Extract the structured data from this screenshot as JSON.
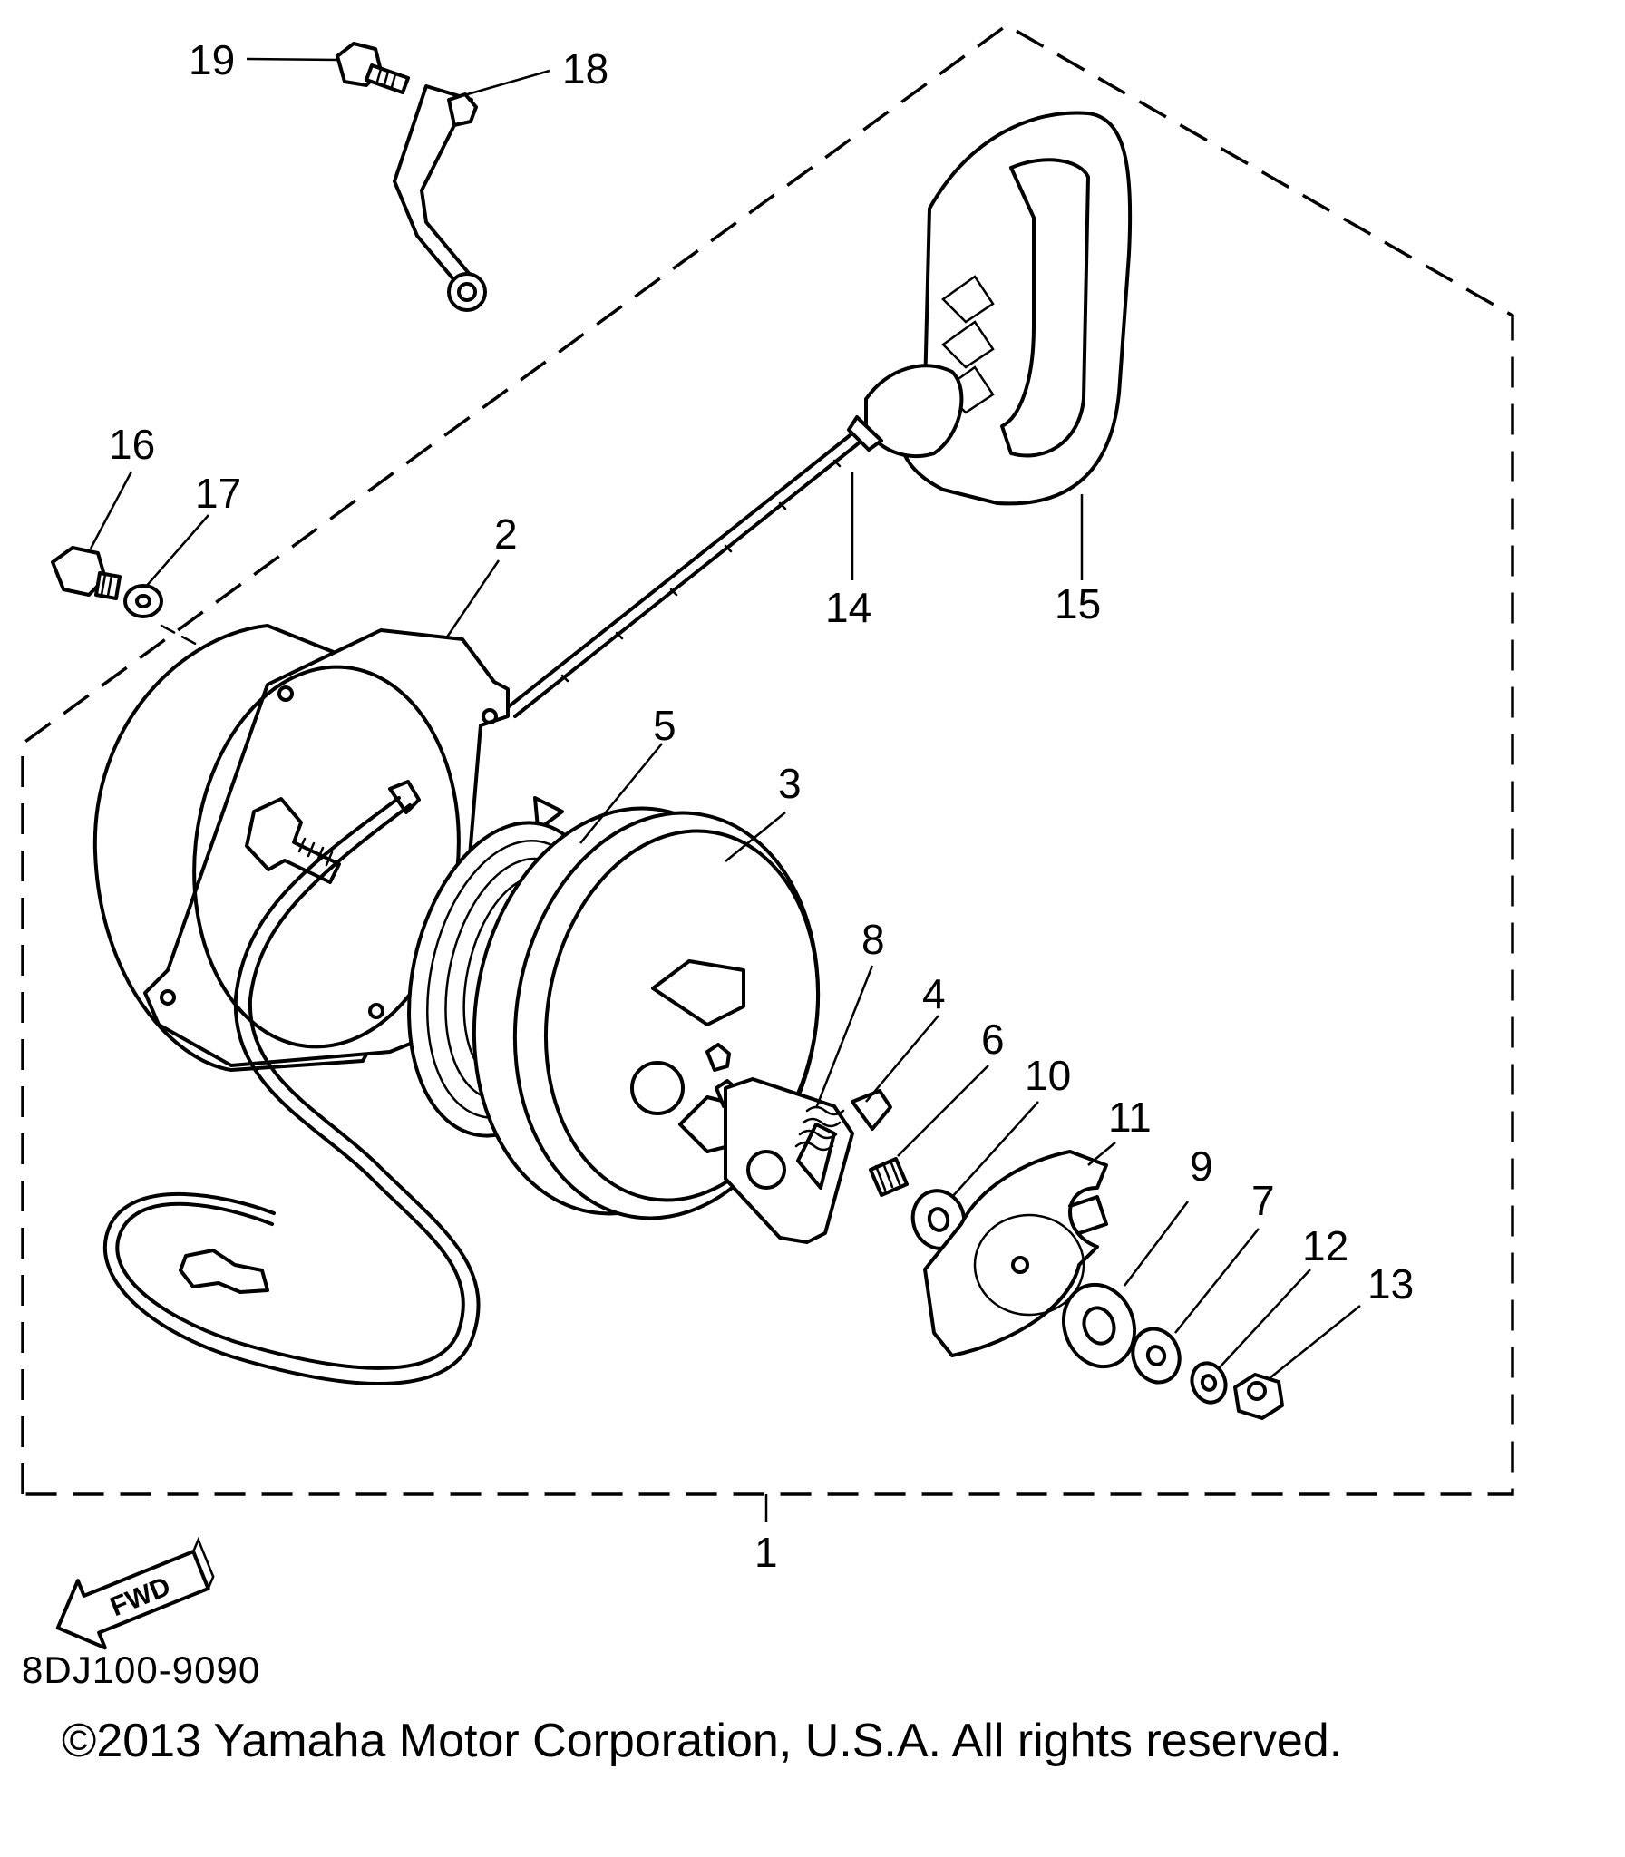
{
  "diagram_code": "8DJ100-9090",
  "copyright": "©2013 Yamaha Motor Corporation, U.S.A. All rights reserved.",
  "direction_label": "FWD",
  "callouts": [
    "1",
    "2",
    "3",
    "4",
    "5",
    "6",
    "7",
    "8",
    "9",
    "10",
    "11",
    "12",
    "13",
    "14",
    "15",
    "16",
    "17",
    "18",
    "19"
  ]
}
